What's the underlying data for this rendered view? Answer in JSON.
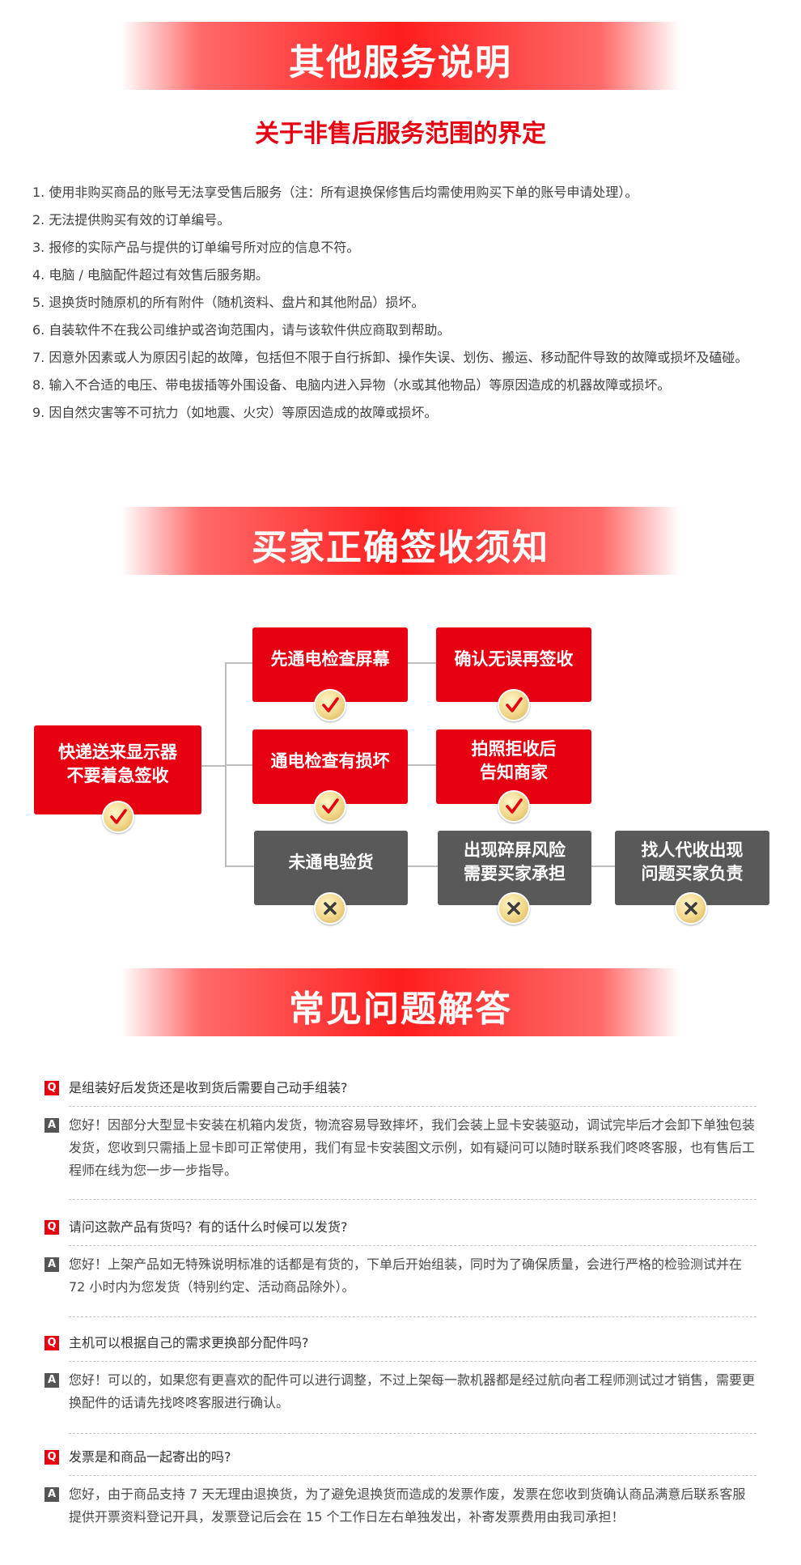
{
  "section1": {
    "title": "其他服务说明",
    "subtitle": "关于非售后服务范围的界定",
    "items": [
      "1. 使用非购买商品的账号无法享受售后服务（注：所有退换保修售后均需使用购买下单的账号申请处理）。",
      "2. 无法提供购买有效的订单编号。",
      "3. 报修的实际产品与提供的订单编号所对应的信息不符。",
      "4. 电脑 / 电脑配件超过有效售后服务期。",
      "5. 退换货时随原机的所有附件（随机资料、盘片和其他附品）损坏。",
      "6. 自装软件不在我公司维护或咨询范围内，请与该软件供应商取到帮助。",
      "7. 因意外因素或人为原因引起的故障，包括但不限于自行拆卸、操作失误、划伤、搬运、移动配件导致的故障或损坏及磕碰。",
      "8. 输入不合适的电压、带电拔插等外围设备、电脑内进入异物（水或其他物品）等原因造成的机器故障或损坏。",
      "9. 因自然灾害等不可抗力（如地震、火灾）等原因造成的故障或损坏。"
    ]
  },
  "section2": {
    "title": "买家正确签收须知",
    "start": "快递送来显示器\n不要着急签收",
    "row1": [
      "先通电检查屏幕",
      "确认无误再签收"
    ],
    "row2": [
      "通电检查有损坏",
      "拍照拒收后\n告知商家"
    ],
    "row3": [
      "未通电验货",
      "出现碎屏风险\n需要买家承担",
      "找人代收出现\n问题买家负责"
    ]
  },
  "section3": {
    "title": "常见问题解答",
    "q_tag": "Q",
    "a_tag": "A",
    "faqs": [
      {
        "q": "是组装好后发货还是收到货后需要自己动手组装?",
        "a": "您好！因部分大型显卡安装在机箱内发货，物流容易导致摔坏，我们会装上显卡安装驱动，调试完毕后才会卸下单独包装发货，您收到只需插上显卡即可正常使用，我们有显卡安装图文示例，如有疑问可以随时联系我们咚咚客服，也有售后工程师在线为您一步一步指导。"
      },
      {
        "q": "请问这款产品有货吗？有的话什么时候可以发货?",
        "a": "您好！上架产品如无特殊说明标准的话都是有货的，下单后开始组装，同时为了确保质量，会进行严格的检验测试并在 72 小时内为您发货（特别约定、活动商品除外）。"
      },
      {
        "q": "主机可以根据自己的需求更换部分配件吗?",
        "a": "您好！可以的，如果您有更喜欢的配件可以进行调整，不过上架每一款机器都是经过航向者工程师测试过才销售，需要更换配件的话请先找咚咚客服进行确认。"
      },
      {
        "q": "发票是和商品一起寄出的吗?",
        "a": "您好，由于商品支持 7 天无理由退换货，为了避免退换货而造成的发票作废，发票在您收到货确认商品满意后联系客服提供开票资料登记开具，发票登记后会在 15 个工作日左右单独发出，补寄发票费用由我司承担！"
      }
    ]
  }
}
